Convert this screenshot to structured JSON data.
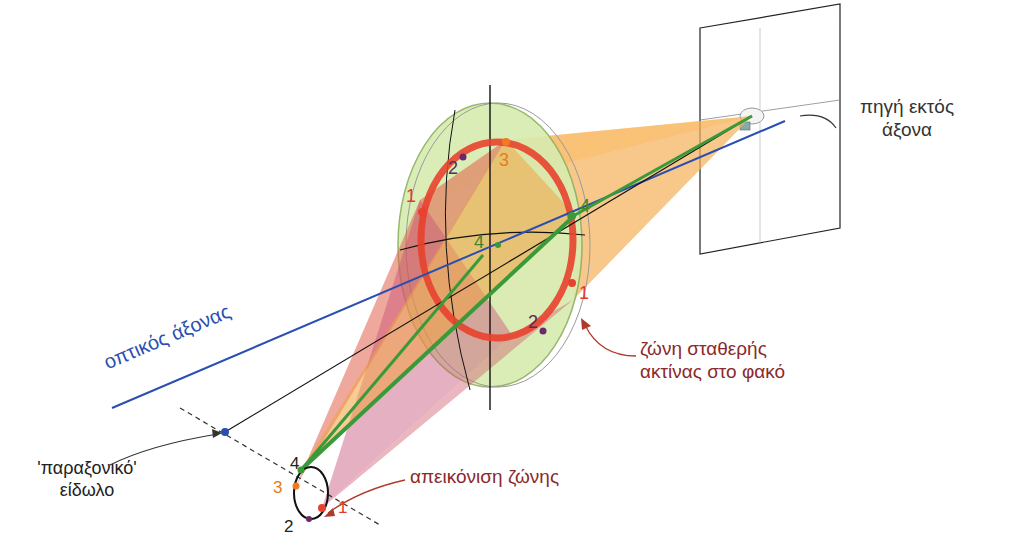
{
  "diagram": {
    "labels": [
      "πηγή εκτός άξονα",
      "ζώνη σταθερής ακτίνας στο φακό",
      "οπτικός άξονας",
      "'παραξονικό' είδωλο",
      "απεικόνιση ζώνης",
      "2",
      "3",
      "1",
      "4",
      "4",
      "1",
      "2",
      "4",
      "3",
      "1",
      "2"
    ]
  }
}
